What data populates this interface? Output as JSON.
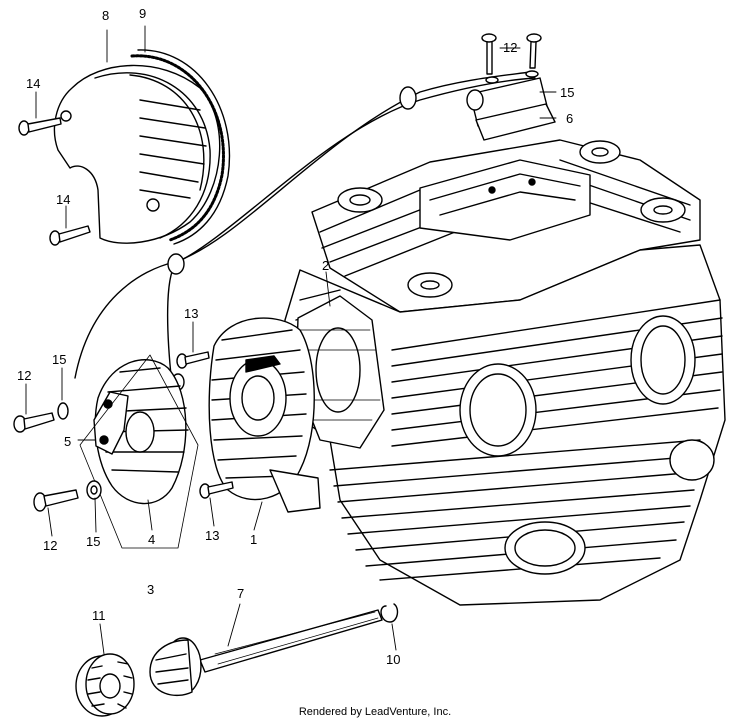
{
  "callouts": [
    {
      "id": "c8",
      "text": "8"
    },
    {
      "id": "c9",
      "text": "9"
    },
    {
      "id": "c14a",
      "text": "14"
    },
    {
      "id": "c14b",
      "text": "14"
    },
    {
      "id": "c12a",
      "text": "12"
    },
    {
      "id": "c15a",
      "text": "15"
    },
    {
      "id": "c6",
      "text": "6"
    },
    {
      "id": "c2",
      "text": "2"
    },
    {
      "id": "c13a",
      "text": "13"
    },
    {
      "id": "c12b",
      "text": "12"
    },
    {
      "id": "c15b",
      "text": "15"
    },
    {
      "id": "c5",
      "text": "5"
    },
    {
      "id": "c12c",
      "text": "12"
    },
    {
      "id": "c15c",
      "text": "15"
    },
    {
      "id": "c4",
      "text": "4"
    },
    {
      "id": "c13b",
      "text": "13"
    },
    {
      "id": "c1",
      "text": "1"
    },
    {
      "id": "c3",
      "text": "3"
    },
    {
      "id": "c7",
      "text": "7"
    },
    {
      "id": "c11",
      "text": "11"
    },
    {
      "id": "c10",
      "text": "10"
    }
  ],
  "footer": {
    "credit": "Rendered by LeadVenture, Inc."
  }
}
